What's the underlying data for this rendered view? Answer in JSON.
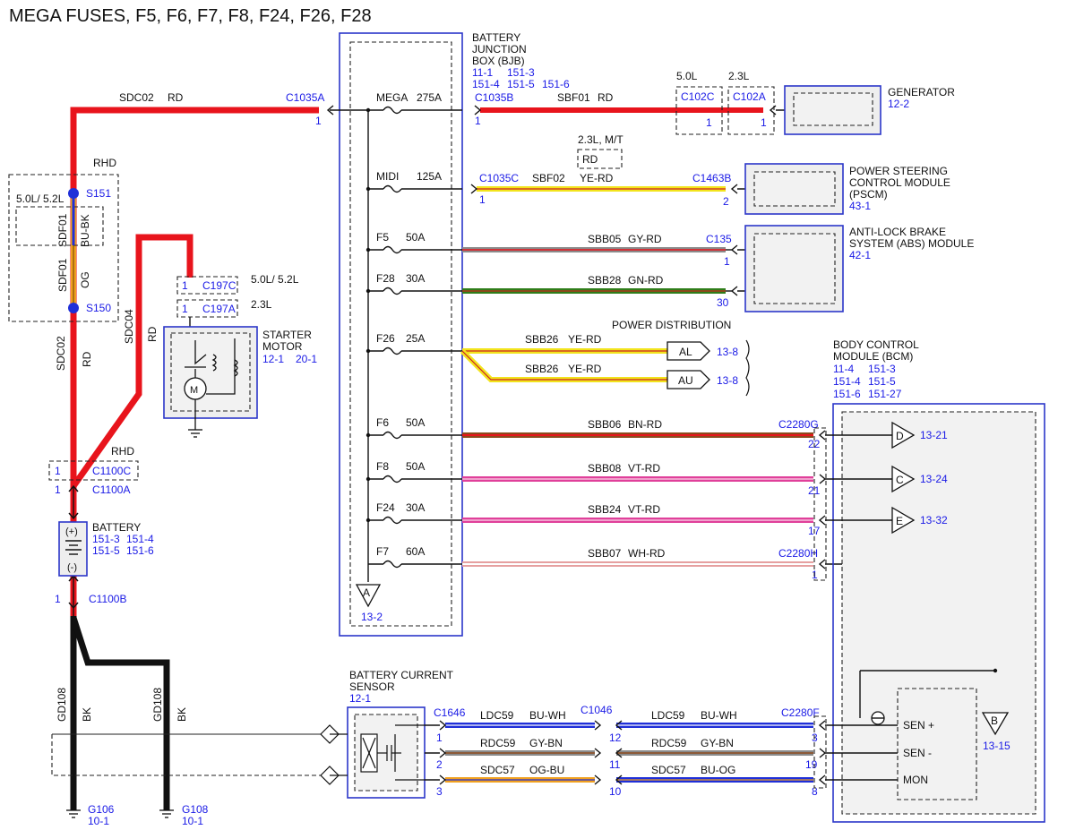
{
  "title": "MEGA FUSES, F5, F6, F7, F8, F24, F26, F28",
  "bjb": {
    "lines": [
      "BATTERY",
      "JUNCTION",
      "BOX (BJB)"
    ],
    "refs": [
      "11-1",
      "151-3",
      "151-4",
      "151-5",
      "151-6"
    ],
    "ref_out": "13-2",
    "ref_out_letter": "A"
  },
  "fuses": [
    {
      "name": "MEGA",
      "amps": "275A"
    },
    {
      "name": "MIDI",
      "amps": "125A"
    },
    {
      "name": "F5",
      "amps": "50A"
    },
    {
      "name": "F28",
      "amps": "30A"
    },
    {
      "name": "F26",
      "amps": "25A"
    },
    {
      "name": "F6",
      "amps": "50A"
    },
    {
      "name": "F8",
      "amps": "50A"
    },
    {
      "name": "F24",
      "amps": "30A"
    },
    {
      "name": "F7",
      "amps": "60A"
    }
  ],
  "circuits": [
    {
      "id": "SDC02",
      "color_code": "RD"
    },
    {
      "id": "SBF01",
      "color_code": "RD"
    },
    {
      "id": "SBF02",
      "color_code": "YE-RD"
    },
    {
      "id": "SBB05",
      "color_code": "GY-RD"
    },
    {
      "id": "SBB28",
      "color_code": "GN-RD"
    },
    {
      "id": "SBB26",
      "color_code": "YE-RD"
    },
    {
      "id": "SBB26",
      "color_code": "YE-RD"
    },
    {
      "id": "SBB06",
      "color_code": "BN-RD"
    },
    {
      "id": "SBB08",
      "color_code": "VT-RD"
    },
    {
      "id": "SBB24",
      "color_code": "VT-RD"
    },
    {
      "id": "SBB07",
      "color_code": "WH-RD"
    },
    {
      "id": "SDC02",
      "color_code": "RD"
    },
    {
      "id": "SDC04",
      "color_code": "RD"
    },
    {
      "id": "SDF01",
      "color_code": "BU-BK"
    },
    {
      "id": "SDF01",
      "color_code": "OG"
    },
    {
      "id": "GD108",
      "color_code": "BK"
    },
    {
      "id": "GD108",
      "color_code": "BK"
    },
    {
      "id": "LDC59",
      "color_code": "BU-WH"
    },
    {
      "id": "RDC59",
      "color_code": "GY-BN"
    },
    {
      "id": "SDC57",
      "color_code": "OG-BU"
    },
    {
      "id": "LDC59",
      "color_code": "BU-WH"
    },
    {
      "id": "RDC59",
      "color_code": "GY-BN"
    },
    {
      "id": "SDC57",
      "color_code": "BU-OG"
    }
  ],
  "connectors": {
    "c1035a": "C1035A",
    "c1035a_pin": "1",
    "c1035b": "C1035B",
    "c1035b_pin": "1",
    "c102c": "C102C",
    "c102c_pin": "1",
    "c102c_cond": "5.0L",
    "c102a": "C102A",
    "c102a_pin": "1",
    "c102a_cond": "2.3L",
    "c1035c": "C1035C",
    "c1035c_pin": "1",
    "c1463b": "C1463B",
    "c1463b_pin": "2",
    "mt_cond": "2.3L, M/T",
    "mt_color": "RD",
    "c135": "C135",
    "c135_pin1": "1",
    "c135_pin30": "30",
    "c2280g": "C2280G",
    "c2280g_pin": "22",
    "bcm_pin21": "21",
    "bcm_pin17": "17",
    "c2280h": "C2280H",
    "c2280h_pin": "1",
    "s151": "S151",
    "s150": "S150",
    "rhd": "RHD",
    "engine_cond": "5.0L/ 5.2L",
    "c197c": "C197C",
    "c197c_pin": "1",
    "c197c_cond": "5.0L/ 5.2L",
    "c197a": "C197A",
    "c197a_pin": "1",
    "c197a_cond": "2.3L",
    "c1100c": "C1100C",
    "c1100c_pin": "1",
    "c1100a": "C1100A",
    "c1100a_pin": "1",
    "rhd2": "RHD",
    "c1100b": "C1100B",
    "c1100b_pin": "1",
    "c1646": "C1646",
    "c1646_pins": [
      "1",
      "2",
      "3"
    ],
    "c1046": "C1046",
    "c1046_left_pins": [
      "12",
      "11",
      "10"
    ],
    "c2280f": "C2280F",
    "c2280f_pins": [
      "3",
      "19",
      "8"
    ]
  },
  "components": {
    "generator": {
      "name": "GENERATOR",
      "ref": "12-2"
    },
    "pscm": {
      "lines": [
        "POWER STEERING",
        "CONTROL MODULE",
        "(PSCM)"
      ],
      "ref": "43-1"
    },
    "abs": {
      "lines": [
        "ANTI-LOCK BRAKE",
        "SYSTEM (ABS) MODULE"
      ],
      "ref": "42-1"
    },
    "power_dist": {
      "name": "POWER DISTRIBUTION",
      "al": "AL",
      "au": "AU",
      "al_ref": "13-8",
      "au_ref": "13-8"
    },
    "bcm": {
      "lines": [
        "BODY CONTROL",
        "MODULE (BCM)"
      ],
      "refs": [
        "11-4",
        "151-3",
        "151-4",
        "151-5",
        "151-6",
        "151-27"
      ],
      "d_letter": "D",
      "d_ref": "13-21",
      "c_letter": "C",
      "c_ref": "13-24",
      "e_letter": "E",
      "e_ref": "13-32",
      "b_letter": "B",
      "b_ref": "13-15",
      "sen_plus": "SEN +",
      "sen_minus": "SEN -",
      "mon": "MON"
    },
    "starter": {
      "lines": [
        "STARTER",
        "MOTOR"
      ],
      "refs": [
        "12-1",
        "20-1"
      ]
    },
    "battery": {
      "name": "BATTERY",
      "refs": [
        "151-3",
        "151-4",
        "151-5",
        "151-6"
      ],
      "plus": "(+)",
      "minus": "(-)"
    },
    "sensor": {
      "lines": [
        "BATTERY CURRENT",
        "SENSOR"
      ],
      "ref": "12-1"
    },
    "g106": {
      "name": "G106",
      "ref": "10-1"
    },
    "g108": {
      "name": "G108",
      "ref": "10-1"
    }
  },
  "colors": {
    "RD": "#e8141c",
    "OG": "#f0a020",
    "BU": "#1f2fd8",
    "YE": "#f2e41c",
    "GY": "#8a8a8a",
    "GN": "#2f7d1a",
    "BN": "#8c4a1c",
    "VT": "#e0409a",
    "WH": "#f4f4f4",
    "BK": "#111111",
    "label_blue": "#1a1ae6",
    "box_blue": "#2b36c9"
  }
}
